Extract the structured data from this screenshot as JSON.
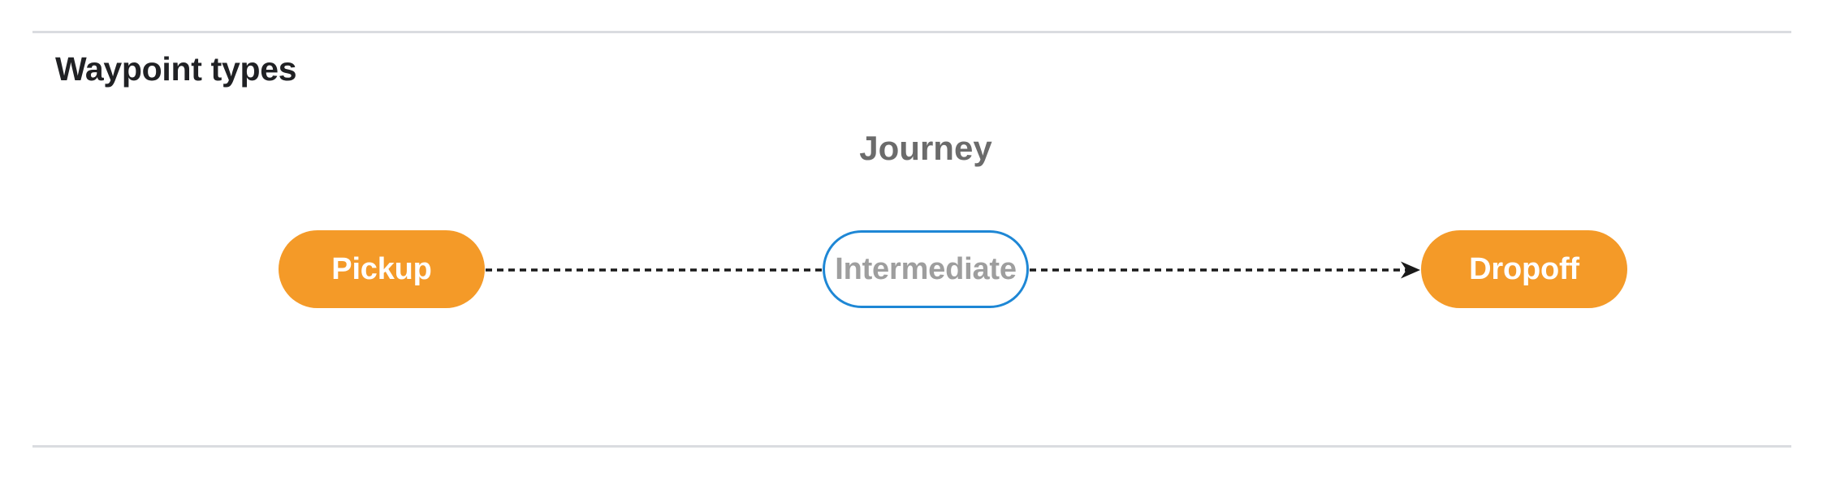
{
  "section": {
    "title": "Waypoint types"
  },
  "diagram": {
    "title": "Journey",
    "nodes": [
      {
        "id": "pickup",
        "label": "Pickup",
        "shape": "pill",
        "variant": "filled-orange"
      },
      {
        "id": "intermediate",
        "label": "Intermediate",
        "shape": "pill",
        "variant": "outlined-blue"
      },
      {
        "id": "dropoff",
        "label": "Dropoff",
        "shape": "pill",
        "variant": "filled-orange"
      }
    ],
    "edges": [
      {
        "from": "pickup",
        "to": "intermediate",
        "style": "dashed",
        "arrowhead": false
      },
      {
        "from": "intermediate",
        "to": "dropoff",
        "style": "dashed",
        "arrowhead": true
      }
    ]
  },
  "colors": {
    "background": "#FFFFFF",
    "heading_text": "#202124",
    "journey_label_gray": "#6B6B6B",
    "node_fill_orange": "#F49A28",
    "node_text_light": "#FFFFFF",
    "outline_blue": "#1E87D5",
    "outlined_node_text": "#9E9E9E",
    "edge_black": "#1A1A1A",
    "divider_gray": "#DADCE0"
  }
}
